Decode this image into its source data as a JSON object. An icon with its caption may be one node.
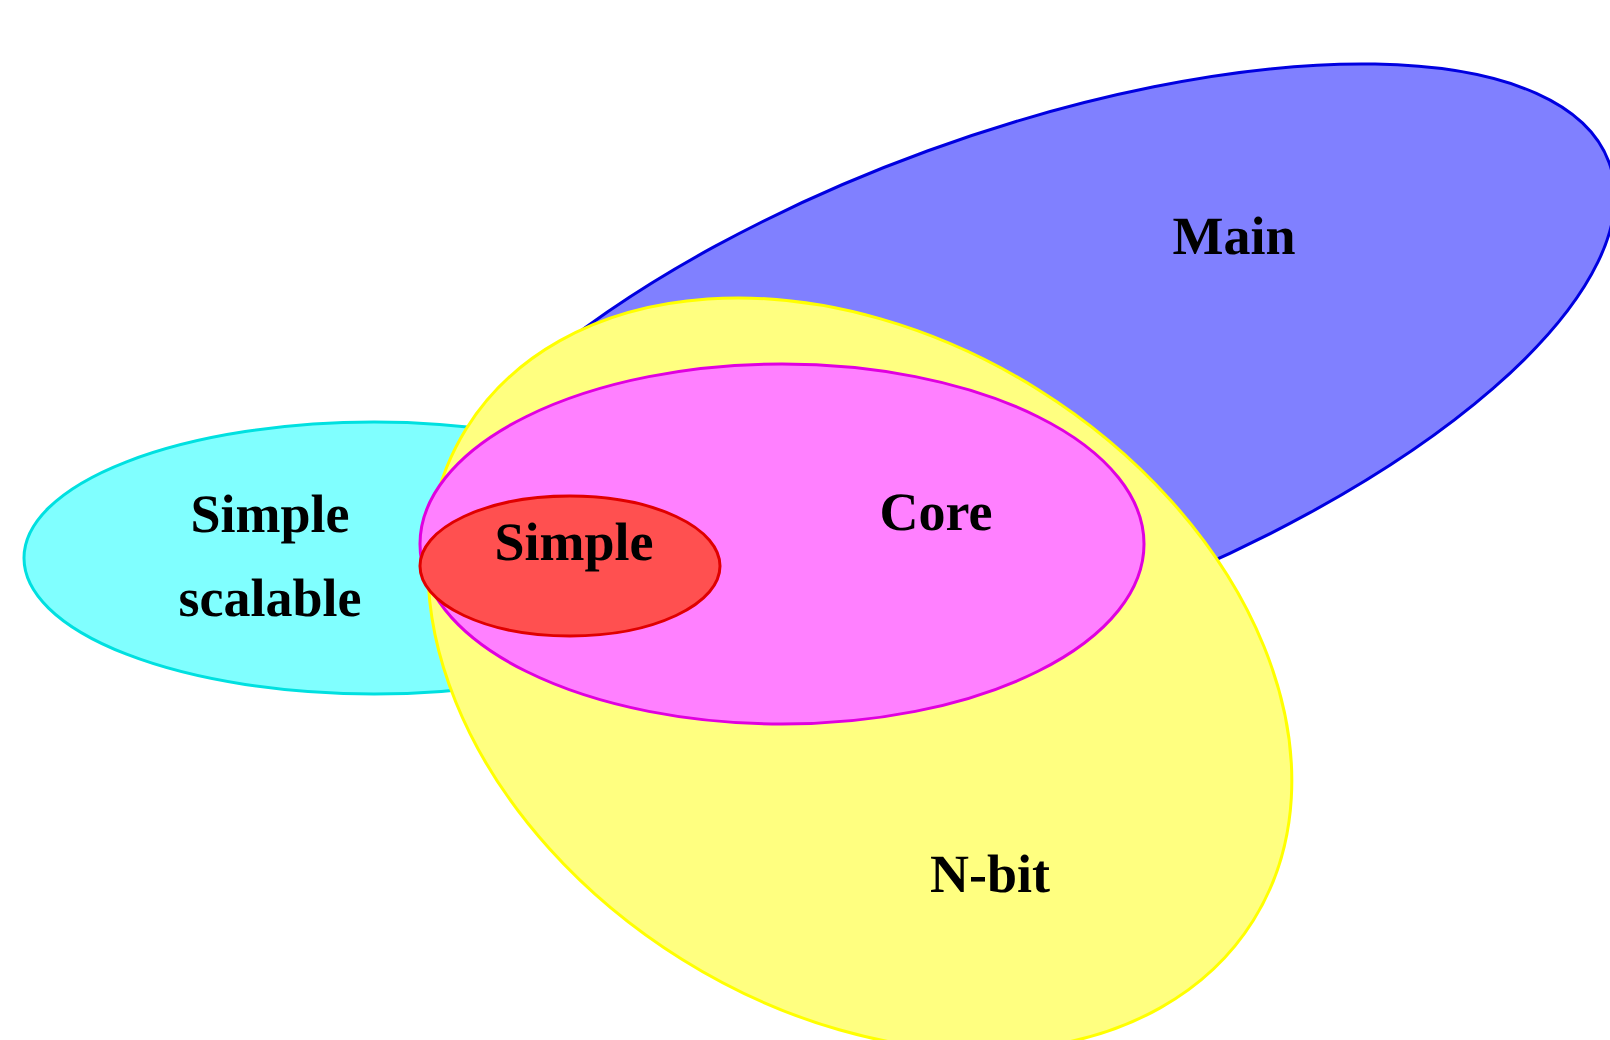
{
  "diagram": {
    "nodes": [
      {
        "text": [
          "Main"
        ]
      },
      {
        "text": [
          "N-bit"
        ]
      },
      {
        "text": [
          "Core"
        ],
        "in": 1
      },
      {
        "text": [
          "Simple scalable"
        ]
      },
      {
        "text": [
          "Simple"
        ]
      }
    ]
  }
}
